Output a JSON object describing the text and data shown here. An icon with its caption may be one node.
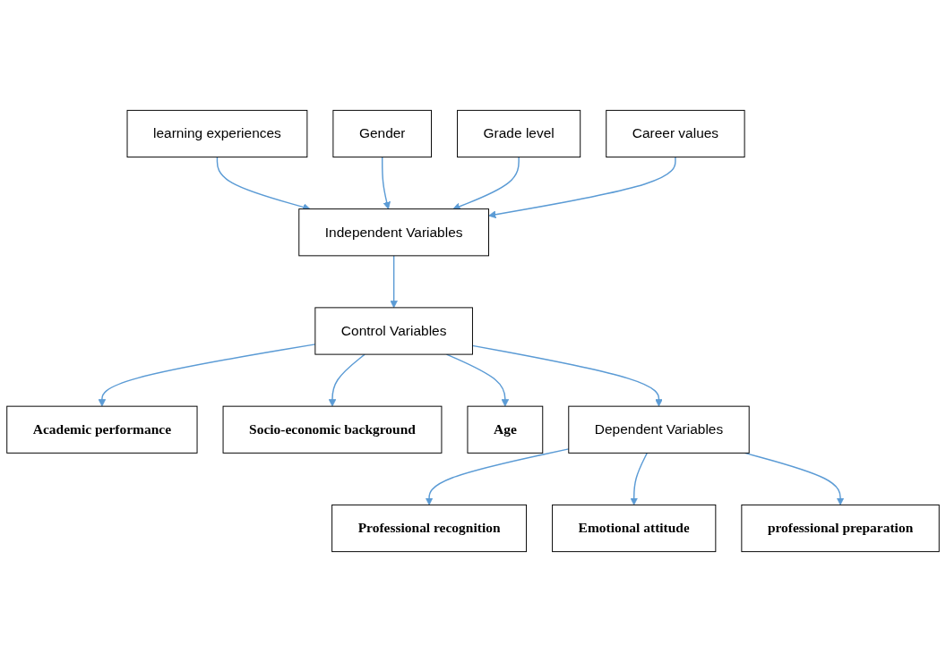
{
  "diagram": {
    "nodes": [
      {
        "text": [
          "learning experiences"
        ]
      },
      {
        "text": [
          "Gender"
        ]
      },
      {
        "text": [
          "Grade level"
        ]
      },
      {
        "text": [
          "Career values"
        ]
      },
      {
        "text": [
          "Independent Variables"
        ]
      },
      {
        "text": [
          "Control Variables"
        ]
      },
      {
        "text": [
          "Academic performance"
        ]
      },
      {
        "text": [
          "Socio-economic background"
        ]
      },
      {
        "text": [
          "Age"
        ]
      },
      {
        "text": [
          "Dependent Variables"
        ]
      },
      {
        "text": [
          "Professional recognition"
        ]
      },
      {
        "text": [
          "Emotional attitude"
        ]
      },
      {
        "text": [
          "professional preparation"
        ]
      }
    ],
    "edges": [
      {
        "from": 0,
        "to": 4,
        "arrow": "to"
      },
      {
        "from": 1,
        "to": 4,
        "arrow": "to"
      },
      {
        "from": 2,
        "to": 4,
        "arrow": "to"
      },
      {
        "from": 3,
        "to": 4,
        "arrow": "to"
      },
      {
        "from": 4,
        "to": 5,
        "arrow": "to"
      },
      {
        "from": 5,
        "to": 6,
        "arrow": "to"
      },
      {
        "from": 5,
        "to": 7,
        "arrow": "to"
      },
      {
        "from": 5,
        "to": 8,
        "arrow": "to"
      },
      {
        "from": 5,
        "to": 9,
        "arrow": "to"
      },
      {
        "from": 9,
        "to": 10,
        "arrow": "to"
      },
      {
        "from": 9,
        "to": 11,
        "arrow": "to"
      },
      {
        "from": 9,
        "to": 12,
        "arrow": "to"
      }
    ]
  }
}
